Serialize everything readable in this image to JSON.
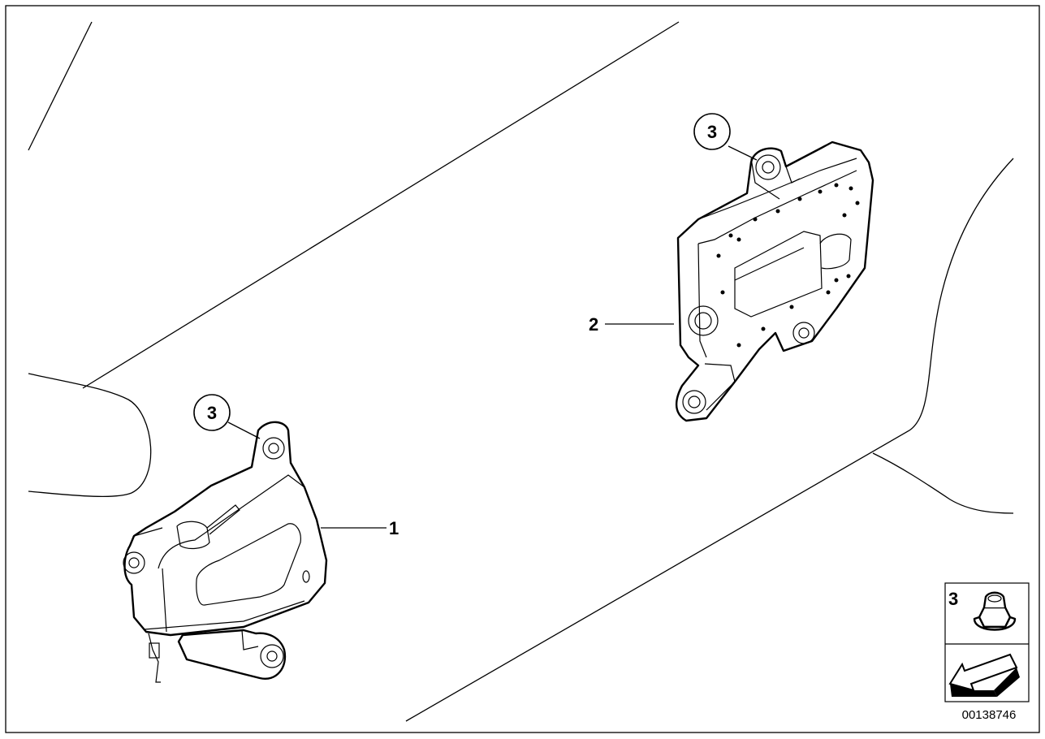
{
  "diagram": {
    "callouts": [
      {
        "id": "c3a",
        "text": "3"
      },
      {
        "id": "c3b",
        "text": "3"
      },
      {
        "id": "c1",
        "text": "1"
      },
      {
        "id": "c2",
        "text": "2"
      }
    ],
    "legend": {
      "item_number": "3",
      "icon": "hex-nut-icon",
      "arrow_icon": "arrow-left-down-icon"
    },
    "document_number": "00138746"
  }
}
